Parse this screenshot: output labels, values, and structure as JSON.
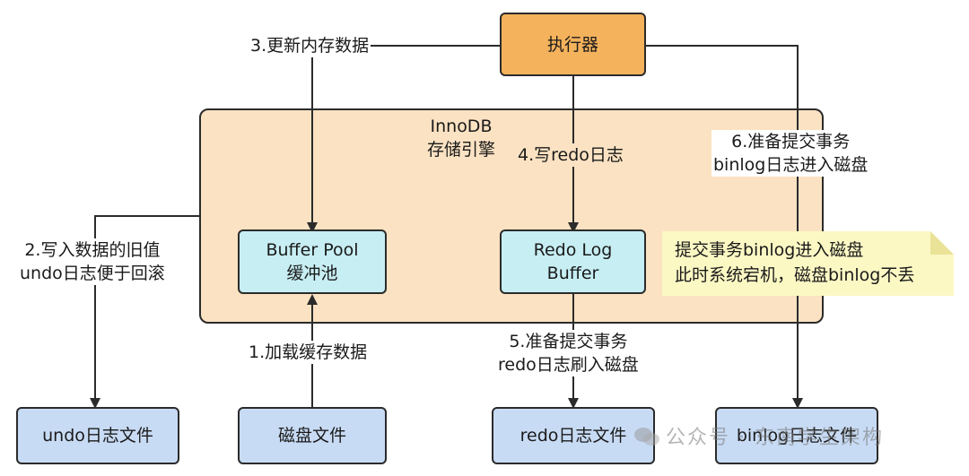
{
  "engine": {
    "title_line1": "InnoDB",
    "title_line2": "存储引擎"
  },
  "executor": {
    "label": "执行器"
  },
  "buffer_pool": {
    "line1": "Buffer Pool",
    "line2": "缓冲池"
  },
  "redo_log_buffer": {
    "line1": "Redo Log",
    "line2": "Buffer"
  },
  "files": {
    "undo": "undo日志文件",
    "disk": "磁盘文件",
    "redo": "redo日志文件",
    "binlog": "binlog日志文件"
  },
  "steps": {
    "step1": "1.加载缓存数据",
    "step2_line1": "2.写入数据的旧值",
    "step2_line2": "undo日志便于回滚",
    "step3": "3.更新内存数据",
    "step4": "4.写redo日志",
    "step5_line1": "5.准备提交事务",
    "step5_line2": "redo日志刷入磁盘",
    "step6_line1": "6.准备提交事务",
    "step6_line2": "binlog日志进入磁盘"
  },
  "note": {
    "line1": "提交事务binlog进入磁盘",
    "line2": "此时系统宕机，磁盘binlog不丢"
  },
  "watermark": {
    "text": "公众号 · 东南学生架构"
  },
  "colors": {
    "executor": "#f4b25c",
    "engine": "#fbe2c2",
    "memory_box": "#c7eef3",
    "file_box": "#c8dbf4",
    "note": "#fcf8c4"
  }
}
